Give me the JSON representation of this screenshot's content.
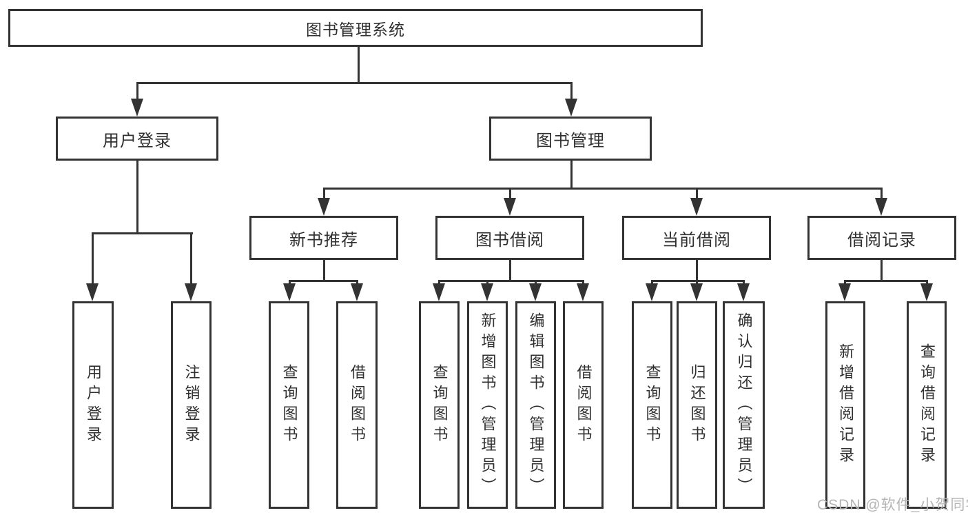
{
  "palette": {
    "line_color": "#333333",
    "text_color": "#303030",
    "watermark_color": "#b5b5b5",
    "background_color": "#ffffff"
  },
  "watermark": {
    "text": "CSDN @软件_小贺同学"
  },
  "tree": {
    "root": {
      "label": "图书管理系统",
      "children": [
        {
          "label": "用户登录",
          "children": [
            {
              "label": "用户登录"
            },
            {
              "label": "注销登录"
            }
          ]
        },
        {
          "label": "图书管理",
          "children": [
            {
              "label": "新书推荐",
              "children": [
                {
                  "label": "查询图书"
                },
                {
                  "label": "借阅图书"
                }
              ]
            },
            {
              "label": "图书借阅",
              "children": [
                {
                  "label": "查询图书"
                },
                {
                  "label": "新增图书（管理员）"
                },
                {
                  "label": "编辑图书（管理员）"
                },
                {
                  "label": "借阅图书"
                }
              ]
            },
            {
              "label": "当前借阅",
              "children": [
                {
                  "label": "查询图书"
                },
                {
                  "label": "归还图书"
                },
                {
                  "label": "确认归还（管理员）"
                }
              ]
            },
            {
              "label": "借阅记录",
              "children": [
                {
                  "label": "新增借阅记录"
                },
                {
                  "label": "查询借阅记录"
                }
              ]
            }
          ]
        }
      ]
    }
  }
}
